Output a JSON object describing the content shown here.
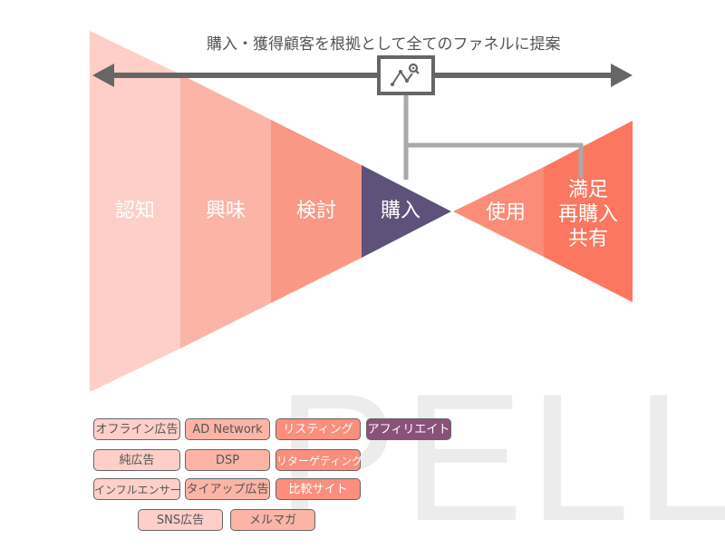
{
  "headline": "購入・獲得顧客を根拠として全てのファネルに提案",
  "watermark": "PELL",
  "center_icon": "chart-search-icon",
  "funnel_left": {
    "stages": [
      {
        "label": "認知",
        "color": "#fdcfc8"
      },
      {
        "label": "興味",
        "color": "#fbb4a6"
      },
      {
        "label": "検討",
        "color": "#fa9785"
      },
      {
        "label": "購入",
        "color": "#5e527a"
      }
    ]
  },
  "funnel_right": {
    "stages": [
      {
        "label": "使用",
        "color": "#fa8c78"
      },
      {
        "label": "満足\n再購入\n共有",
        "lines": [
          "満足",
          "再購入",
          "共有"
        ],
        "color": "#fb7760"
      }
    ]
  },
  "colors": {
    "arrow": "#666666",
    "connector": "#aaaaaa"
  },
  "tags": [
    {
      "label": "オフライン広告",
      "tier": 1
    },
    {
      "label": "AD Network",
      "tier": 2
    },
    {
      "label": "リスティング",
      "tier": 3
    },
    {
      "label": "アフィリエイト",
      "tier": 4
    },
    {
      "label": "純広告",
      "tier": 1
    },
    {
      "label": "DSP",
      "tier": 2
    },
    {
      "label": "リターゲティング",
      "tier": 3
    },
    {
      "label": "インフルエンサー",
      "tier": 1
    },
    {
      "label": "タイアップ広告",
      "tier": 2
    },
    {
      "label": "比較サイト",
      "tier": 3
    },
    {
      "label": "SNS広告",
      "tier": 1
    },
    {
      "label": "メルマガ",
      "tier": 2
    }
  ]
}
